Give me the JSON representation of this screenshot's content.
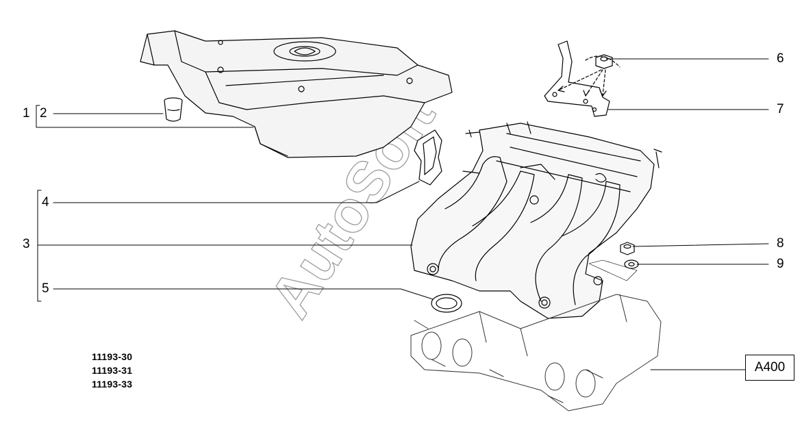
{
  "callouts": {
    "c1": "1",
    "c2": "2",
    "c3": "3",
    "c4": "4",
    "c5": "5",
    "c6": "6",
    "c7": "7",
    "c8": "8",
    "c9": "9"
  },
  "reference_box": "A400",
  "model_codes": [
    "11193-30",
    "11193-31",
    "11193-33"
  ],
  "watermark": "AutoSoft"
}
